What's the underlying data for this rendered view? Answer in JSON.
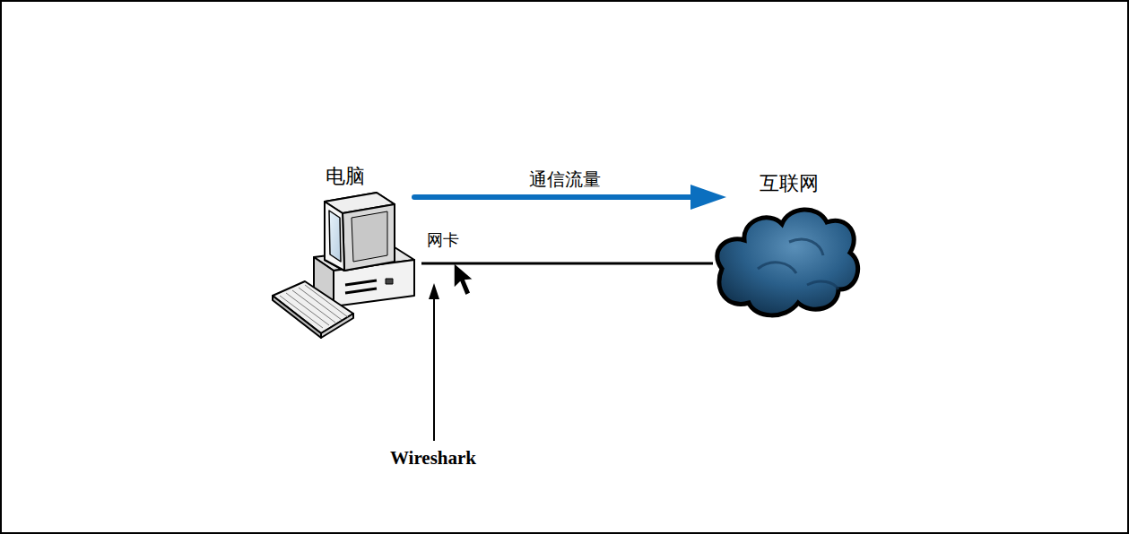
{
  "diagram": {
    "nodes": [
      {
        "text": [
          "电脑"
        ]
      },
      {
        "text": [
          "互联网"
        ]
      }
    ],
    "edges": [
      {
        "from": 0,
        "to": 1,
        "arrow": "none"
      }
    ],
    "labels": [
      "通信流量",
      "网卡",
      "Wireshark"
    ]
  }
}
